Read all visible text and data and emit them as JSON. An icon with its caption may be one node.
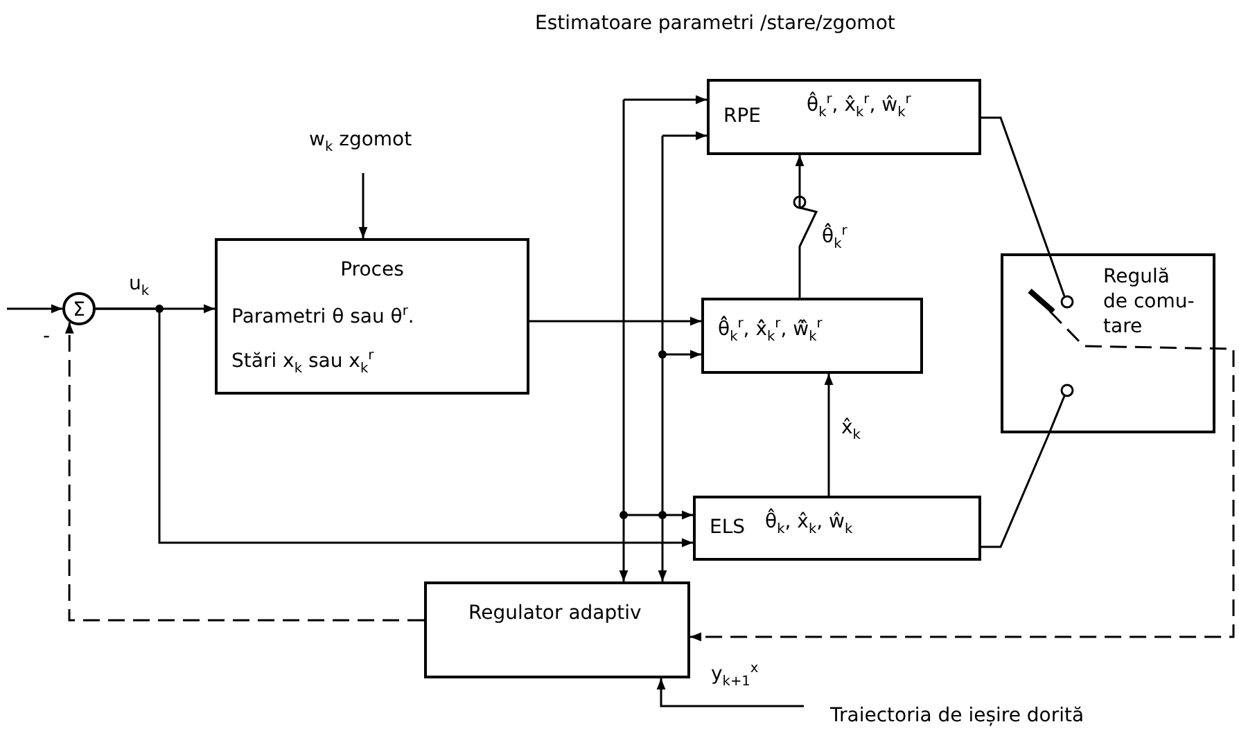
{
  "diagram": {
    "title": "Estimatoare parametri /stare/zgomot",
    "nodes": [
      {
        "text": [
          "Σ"
        ]
      },
      {
        "text": [
          "Proces",
          "Parametri θ sau θ$^{r}$.",
          "Stări x$_{k}$ sau x$_{k}$$^{r}$"
        ]
      },
      {
        "text": [
          "RPE",
          "θ̂$_{k}$$^{r}$, x̂$_{k}$$^{r}$, ŵ$_{k}$$^{r}$"
        ]
      },
      {
        "text": [
          "θ̂̂$_{k}$$^{r}$, x̂̂$_{k}$$^{r}$, ŵ̂$_{k}$$^{r}$"
        ]
      },
      {
        "text": [
          "ELS",
          "θ̂$_{k}$, x̂$_{k}$, ŵ$_{k}$"
        ]
      },
      {
        "text": [
          "Regulă de comu- tare"
        ]
      },
      {
        "text": [
          "Regulator adaptiv"
        ]
      }
    ],
    "edges": [
      {
        "from": null,
        "to": 0,
        "arrow": "to"
      },
      {
        "from": 0,
        "to": 1,
        "arrow": "to",
        "label": "u$_{k}$"
      },
      {
        "from": null,
        "to": 1,
        "arrow": "to",
        "label": "w$_{k}$ zgomot"
      },
      {
        "from": 1,
        "to": 3,
        "arrow": "to"
      },
      {
        "from": 0,
        "to": 4,
        "arrow": "to"
      },
      {
        "from": null,
        "to": 2,
        "arrow": "to"
      },
      {
        "from": null,
        "to": 2,
        "arrow": "to"
      },
      {
        "from": null,
        "to": 3,
        "arrow": "to"
      },
      {
        "from": null,
        "to": 4,
        "arrow": "to"
      },
      {
        "from": null,
        "to": 6,
        "arrow": "to"
      },
      {
        "from": null,
        "to": 6,
        "arrow": "to"
      },
      {
        "from": 3,
        "to": 2,
        "arrow": "to",
        "label": "θ̂̂$_{k}$$^{r}$"
      },
      {
        "from": 4,
        "to": 3,
        "arrow": "to",
        "label": "x̂$_{k}$"
      },
      {
        "from": 2,
        "to": 5,
        "arrow": "none"
      },
      {
        "from": 4,
        "to": 5,
        "arrow": "none"
      },
      {
        "from": 5,
        "to": 6,
        "arrow": "to",
        "style": "dashed"
      },
      {
        "from": 6,
        "to": 0,
        "arrow": "to",
        "style": "dashed"
      },
      {
        "from": null,
        "to": 6,
        "arrow": "to",
        "label": "y$_{k+1}$$^{x}$"
      }
    ],
    "labels": [
      "-",
      "Traiectoria de ieșire dorită"
    ]
  }
}
